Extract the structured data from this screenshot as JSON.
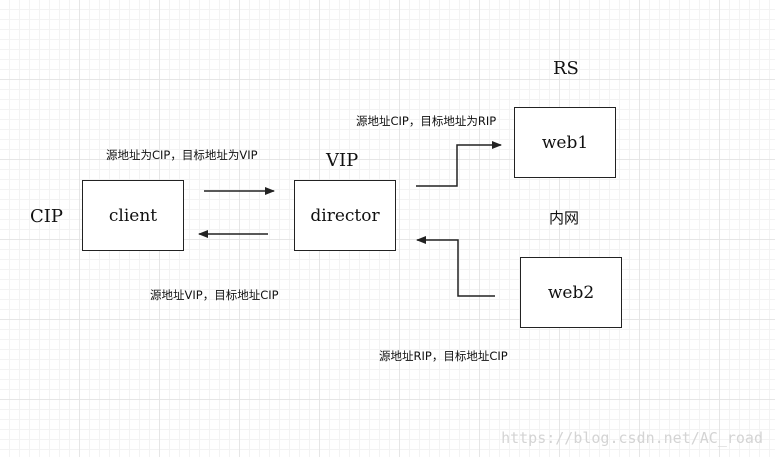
{
  "nodes": {
    "client": "client",
    "director": "director",
    "web1": "web1",
    "web2": "web2"
  },
  "labels": {
    "cip": "CIP",
    "vip": "VIP",
    "rs": "RS",
    "intranet": "内网"
  },
  "annotations": {
    "client_to_director": "源地址为CIP，目标地址为VIP",
    "director_to_client": "源地址VIP，目标地址CIP",
    "director_to_web1": "源地址CIP，目标地址为RIP",
    "web2_to_director": "源地址RIP，目标地址CIP"
  },
  "watermark": "https://blog.csdn.net/AC_road"
}
